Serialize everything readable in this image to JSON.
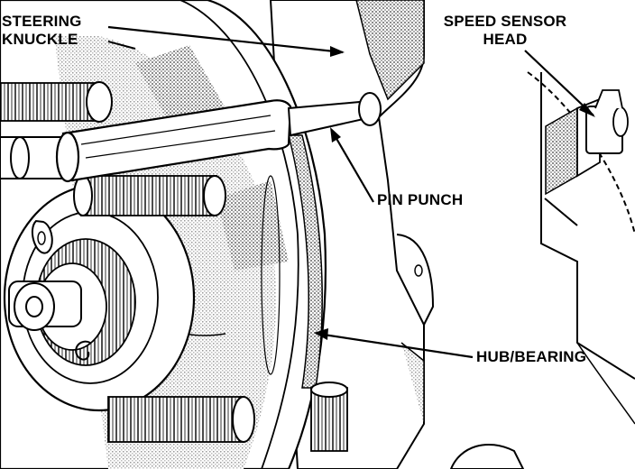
{
  "labels": {
    "steering_knuckle_line1": "STEERING",
    "steering_knuckle_line2": "KNUCKLE",
    "speed_sensor_line1": "SPEED SENSOR",
    "speed_sensor_line2": "HEAD",
    "pin_punch": "PIN PUNCH",
    "hub_bearing": "HUB/BEARING"
  },
  "colors": {
    "ink": "#000000",
    "paper": "#ffffff",
    "shade": "#9a9a9a"
  }
}
